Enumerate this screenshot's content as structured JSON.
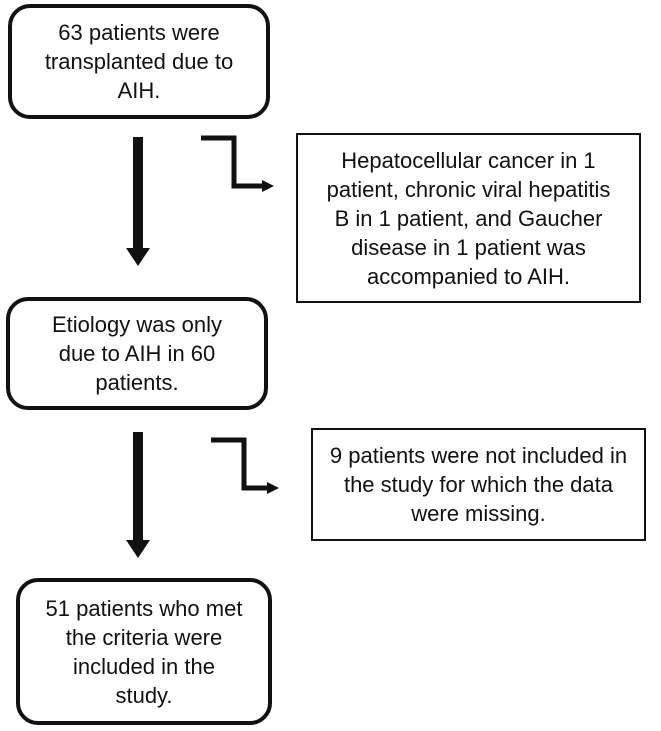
{
  "flowchart": {
    "steps": [
      {
        "text": "63 patients were\ntransplanted due to\nAIH."
      },
      {
        "text": "Etiology was only\ndue to AIH in 60\npatients."
      },
      {
        "text": "51 patients who met\nthe criteria were\nincluded in the\nstudy."
      }
    ],
    "exclusions": [
      {
        "text": "Hepatocellular cancer in 1\npatient, chronic viral hepatitis\nB in 1 patient, and Gaucher\ndisease in 1 patient was\naccompanied to AIH."
      },
      {
        "text": "9 patients were not included in\nthe study for which the data\nwere missing."
      }
    ]
  },
  "colors": {
    "line": "#111111",
    "box_fill": "#ffffff"
  }
}
